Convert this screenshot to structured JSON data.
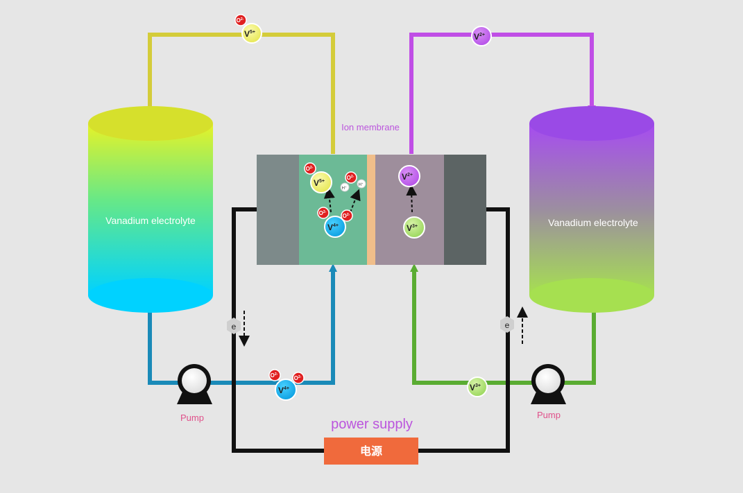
{
  "diagram": {
    "tanks": {
      "left_label": "Vanadium electrolyte",
      "right_label": "Vanadium electrolyte"
    },
    "membrane_label": "Ion membrane",
    "pumps": {
      "left_label": "Pump",
      "right_label": "Pump"
    },
    "power": {
      "caption": "power supply",
      "box_label": "电源"
    },
    "ions": {
      "v5_main": "V",
      "v5_sup": "5+",
      "v4_main": "V",
      "v4_sup": "4+",
      "v3_main": "V",
      "v3_sup": "3+",
      "v2_main": "V",
      "v2_sup": "2+",
      "o2_main": "O",
      "o2_sup": "2-",
      "h_main": "H",
      "h_sup": "+"
    },
    "electron_label": "e",
    "colors": {
      "background": "#e6e6e6",
      "v5_line": "#d4cc3a",
      "v2_line": "#c04ee6",
      "v4_line": "#1a8ab8",
      "v3_line": "#5aac32",
      "wire": "#111111",
      "power_box": "#f06a3c",
      "membrane_text": "#bb55dd",
      "pump_text": "#e0508a"
    }
  }
}
